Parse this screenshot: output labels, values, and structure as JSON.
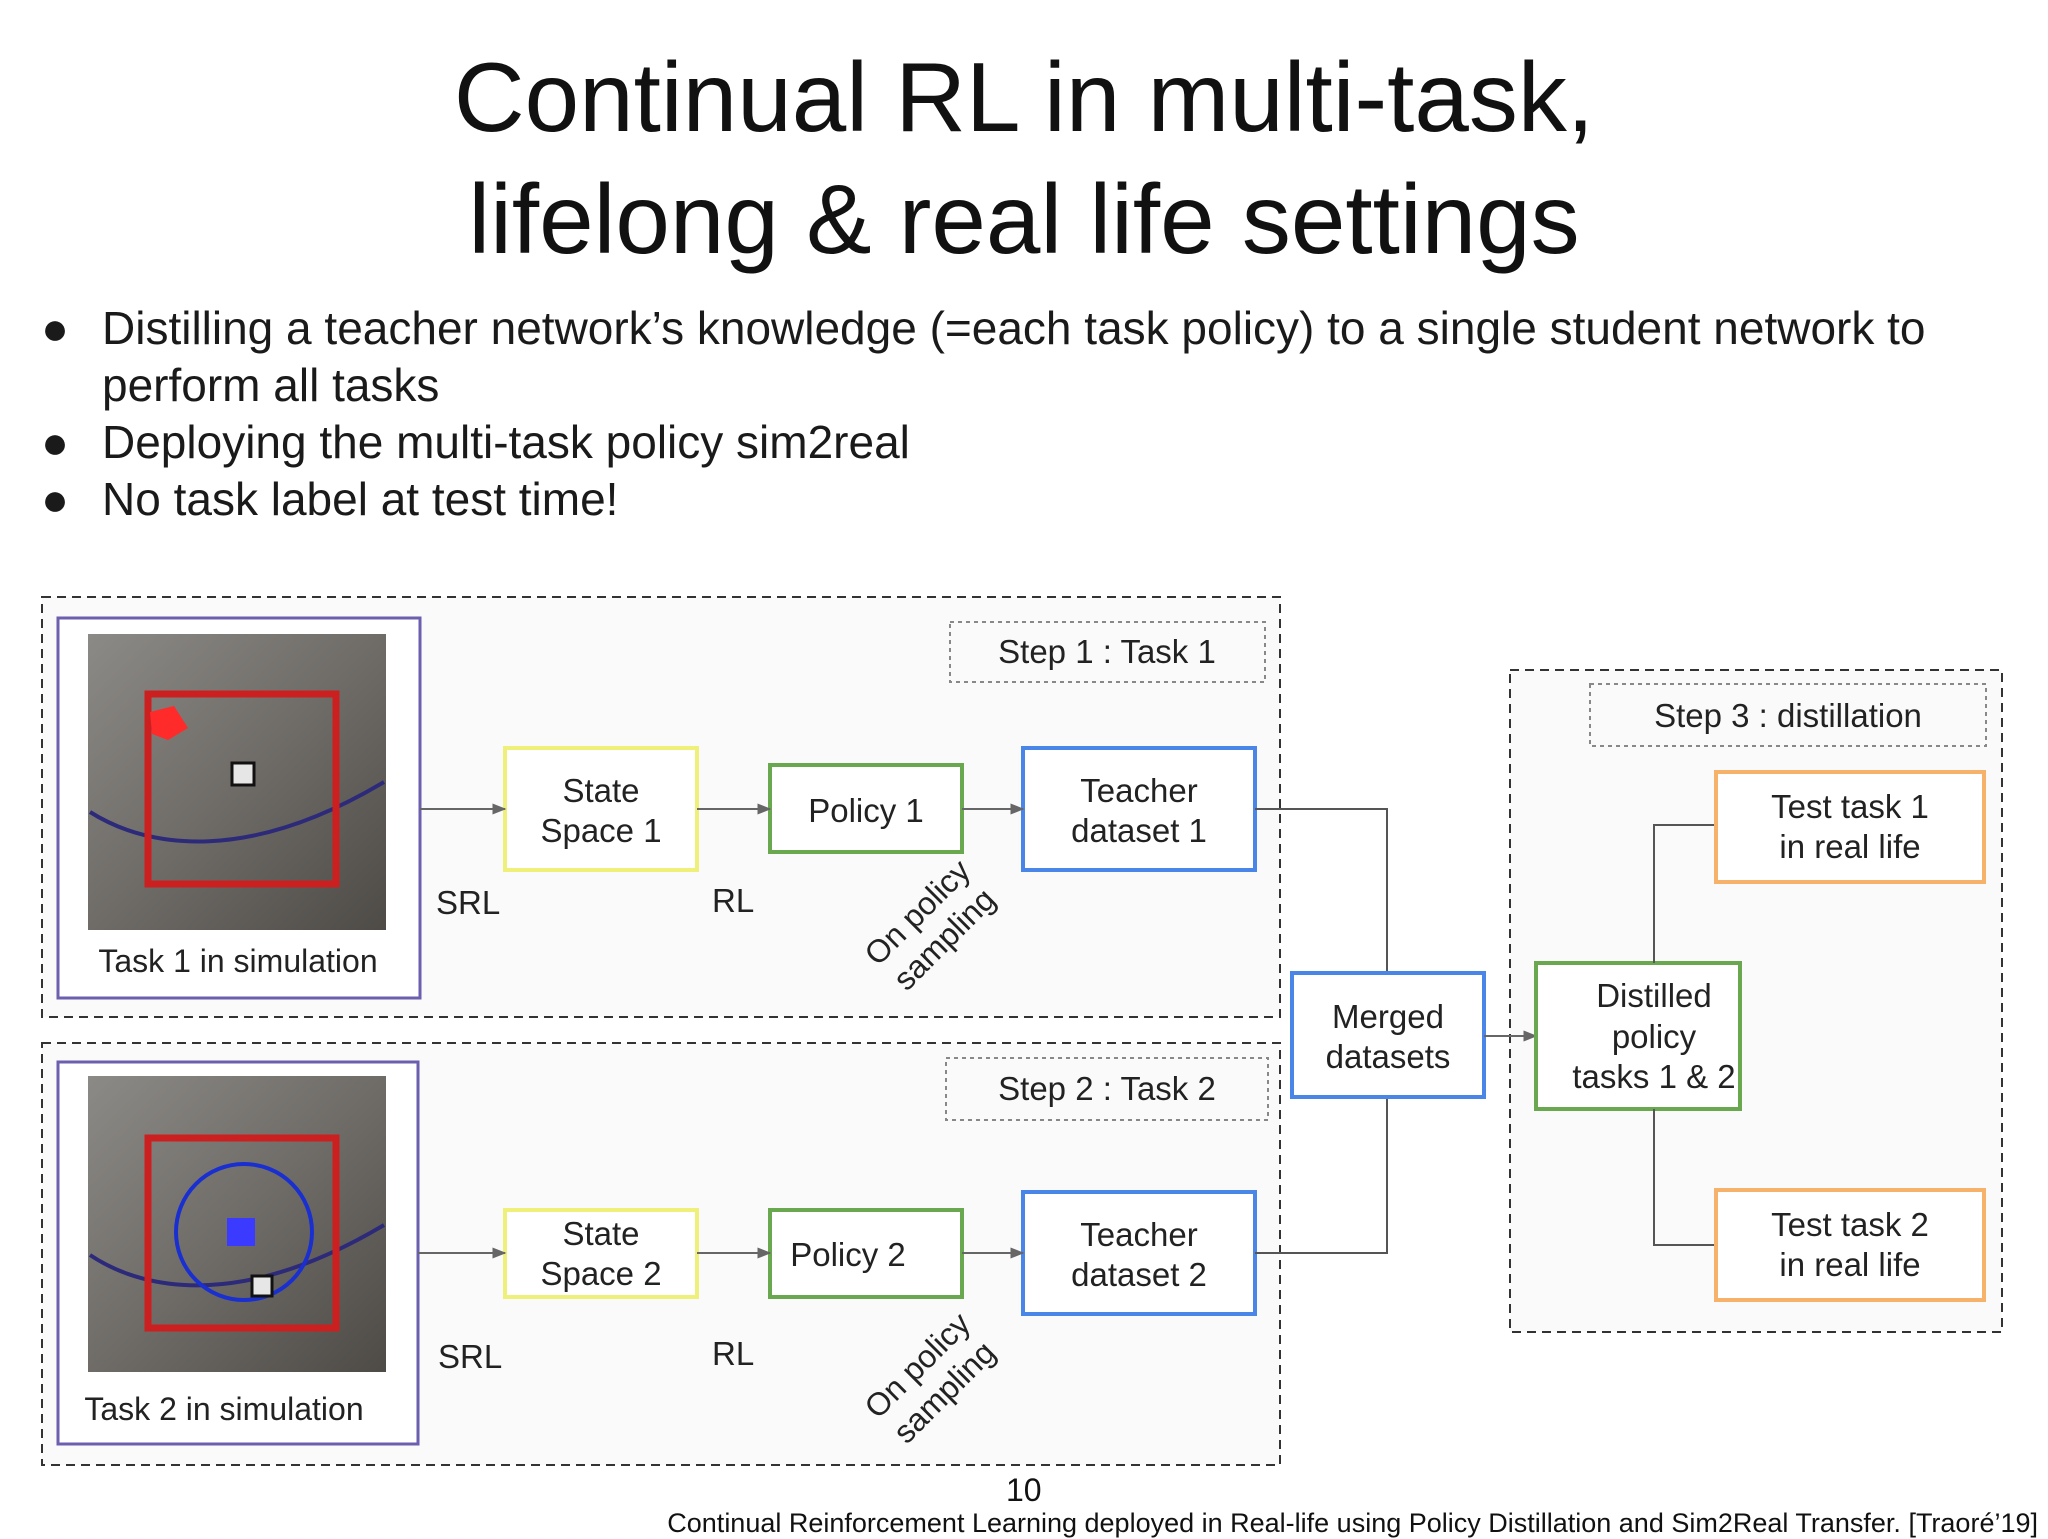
{
  "title": {
    "line1": "Continual RL in multi-task,",
    "line2": "lifelong & real life settings"
  },
  "bullets": [
    {
      "line1": "Distilling a teacher network’s knowledge (=each task policy) to a single student network to",
      "line2": "perform all tasks"
    },
    {
      "line1": "Deploying the multi-task policy sim2real"
    },
    {
      "line1": "No task label at test time!"
    }
  ],
  "diagram": {
    "step1_label": "Step 1 : Task 1",
    "step2_label": "Step 2 : Task 2",
    "step3_label": "Step 3 : distillation",
    "task1_caption": "Task 1 in simulation",
    "task2_caption": "Task 2 in simulation",
    "state_space_1": [
      "State",
      "Space 1"
    ],
    "state_space_2": [
      "State",
      "Space 2"
    ],
    "policy_1": "Policy 1",
    "policy_2": "Policy 2",
    "teacher_1": [
      "Teacher",
      "dataset 1"
    ],
    "teacher_2": [
      "Teacher",
      "dataset 2"
    ],
    "srl_label": "SRL",
    "rl_label": "RL",
    "on_policy_sampling": [
      "On policy",
      "sampling"
    ],
    "merged": [
      "Merged",
      "datasets"
    ],
    "distilled": [
      "Distilled",
      "policy",
      "tasks 1 & 2"
    ],
    "test1": [
      "Test task 1",
      "in real life"
    ],
    "test2": [
      "Test task 2",
      "in real life"
    ],
    "colors": {
      "yellow": "#eef07a",
      "green": "#6aa84f",
      "blue": "#4a86e8",
      "orange": "#f6b26b",
      "purple": "#6b5fb0",
      "red": "#cc1f1f"
    }
  },
  "page_number": "10",
  "footer": "Continual Reinforcement Learning deployed in Real-life using Policy Distillation and Sim2Real Transfer. [Traoré’19]"
}
